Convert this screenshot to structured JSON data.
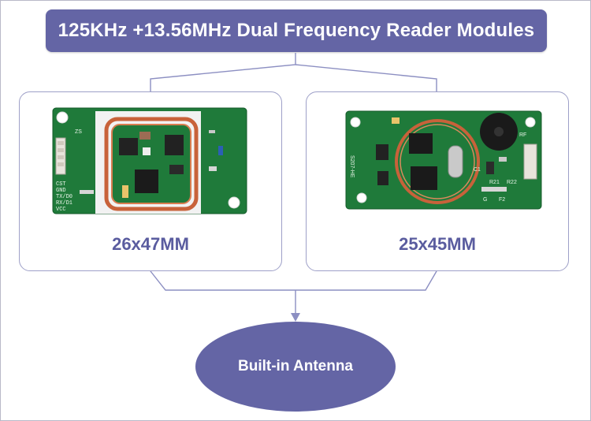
{
  "title": "125KHz +13.56MHz Dual Frequency Reader Modules",
  "modules": [
    {
      "size_label": "26x47MM",
      "pin_labels": [
        "CST",
        "GND",
        "TX/D0",
        "RX/D1",
        "VCC"
      ],
      "silkscreen": [
        "ZS"
      ]
    },
    {
      "size_label": "25x45MM",
      "pin_labels": [
        "G",
        "F2"
      ],
      "silkscreen": [
        "S207-HE",
        "R21",
        "R22",
        "C1",
        "RF"
      ]
    }
  ],
  "antenna_label": "Built-in Antenna",
  "colors": {
    "accent": "#6465a5",
    "card_border": "#9ea0c8",
    "caption": "#5a5c9f",
    "connector": "#8c8fc2",
    "pcb_green": "#1f7a3a",
    "coil_copper": "#c8623a"
  }
}
